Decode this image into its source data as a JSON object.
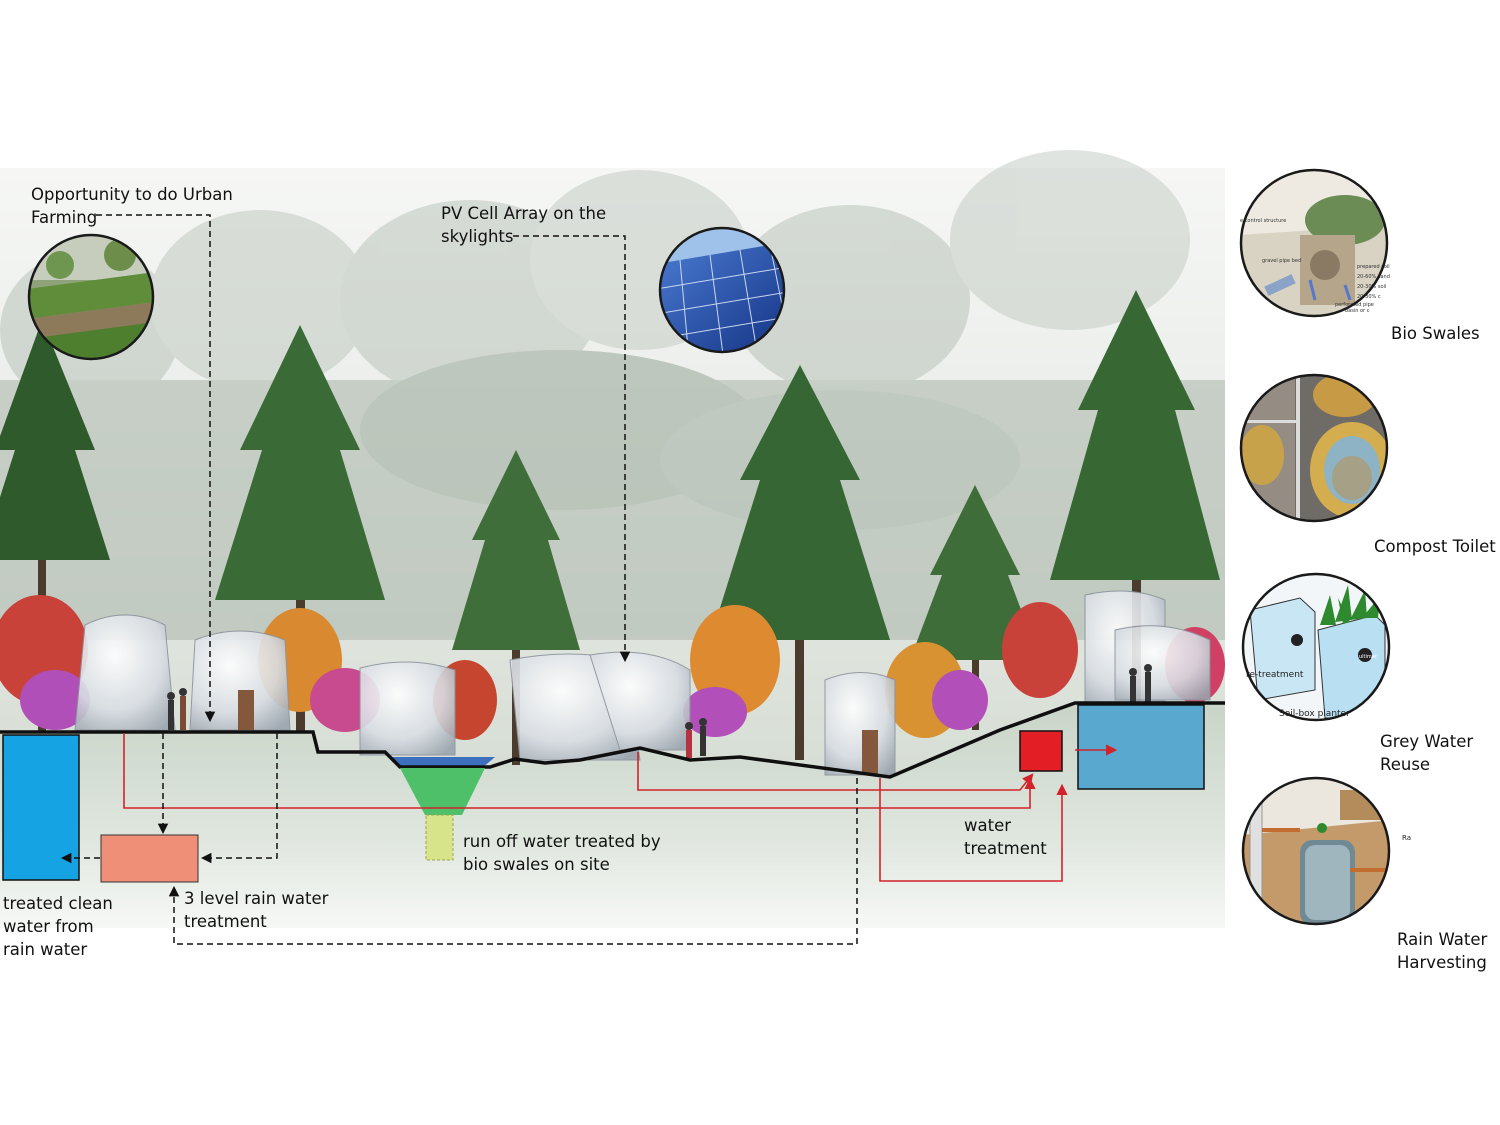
{
  "callouts": {
    "urban_farming": "Opportunity to do Urban\nFarming",
    "pv_array": "PV Cell Array on the\nskylights",
    "bioswale_runoff": "run off water treated by\nbio swales on site",
    "water_treatment": "water\ntreatment",
    "rain_treatment": "3 level rain water\ntreatment",
    "treated_clean": "treated clean\nwater from\nrain water"
  },
  "sidebar": {
    "items": [
      {
        "label": "Bio Swales",
        "icon": "bioswale-icon"
      },
      {
        "label": "Compost Toilet",
        "icon": "compost-toilet-icon"
      },
      {
        "label": "Grey Water\nReuse",
        "icon": "grey-water-icon"
      },
      {
        "label": "Rain Water\nHarvesting",
        "icon": "rain-harvest-icon"
      }
    ],
    "inset_text": {
      "control_structure": "e control structure",
      "gravel_pipe_bed": "gravel pipe bed",
      "prepared_soil": "prepared soil",
      "soil_mix_1": "20-60% sand",
      "soil_mix_2": "20-30% soil",
      "soil_mix_3": "20-30% c",
      "perforated_pipe": "perforated pipe",
      "basin": "basin or c",
      "pre_treatment": "re-treatment",
      "soil_box": "Soil-box planter",
      "brand": "ultimat",
      "tag": "Ra"
    }
  },
  "colors": {
    "ground_line": "#0f0f0f",
    "pipe_red": "#d2232a",
    "clean_tank": "#16a3e3",
    "storage_tank": "#58a8cf",
    "treatment_box": "#ef8f78",
    "treatment_red": "#e31e24",
    "swale_green": "#4fc06a",
    "swale_yellow": "#d8e48a"
  }
}
